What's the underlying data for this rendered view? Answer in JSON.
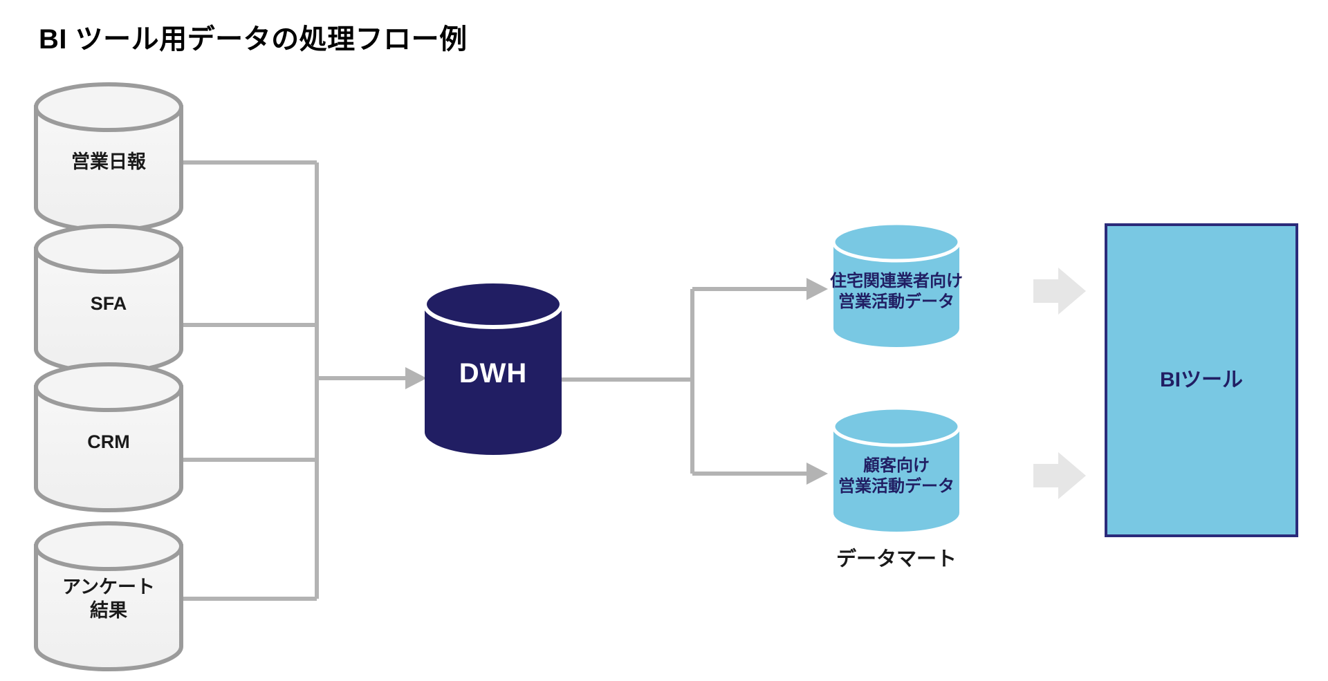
{
  "page": {
    "title": "BI ツール用データの処理フロー例",
    "background_color": "#ffffff"
  },
  "colors": {
    "source_fill": "#F2F2F2",
    "source_stroke": "#9B9B9B",
    "dwh_fill": "#211E63",
    "mart_fill": "#79C8E3",
    "mart_text": "#211E63",
    "bi_fill": "#79C8E3",
    "bi_stroke": "#2B2B7A",
    "connector": "#B3B3B3",
    "block_arrow": "#E6E6E6",
    "text": "#1a1a1a"
  },
  "sources": [
    {
      "id": "sales-daily-report",
      "label": "営業日報",
      "lines": [
        "営業日報"
      ]
    },
    {
      "id": "sfa",
      "label": "SFA",
      "lines": [
        "SFA"
      ]
    },
    {
      "id": "crm",
      "label": "CRM",
      "lines": [
        "CRM"
      ]
    },
    {
      "id": "survey-results",
      "label": "アンケート結果",
      "lines": [
        "アンケート",
        "結果"
      ]
    }
  ],
  "warehouse": {
    "id": "dwh",
    "label": "DWH"
  },
  "marts": [
    {
      "id": "housing-related-vendor-sales-activity-data",
      "label": "住宅関連業者向け営業活動データ",
      "lines": [
        "住宅関連業者向け",
        "営業活動データ"
      ]
    },
    {
      "id": "customer-sales-activity-data",
      "label": "顧客向け営業活動データ",
      "lines": [
        "顧客向け",
        "営業活動データ"
      ]
    }
  ],
  "captions": {
    "data_mart": "データマート"
  },
  "bi_tool": {
    "id": "bi-tool",
    "label": "BIツール"
  },
  "icons": {
    "cylinder": "database-cylinder-icon",
    "arrow": "arrow-right-icon",
    "block_arrow": "block-arrow-right-icon",
    "connector": "elbow-connector-line"
  }
}
